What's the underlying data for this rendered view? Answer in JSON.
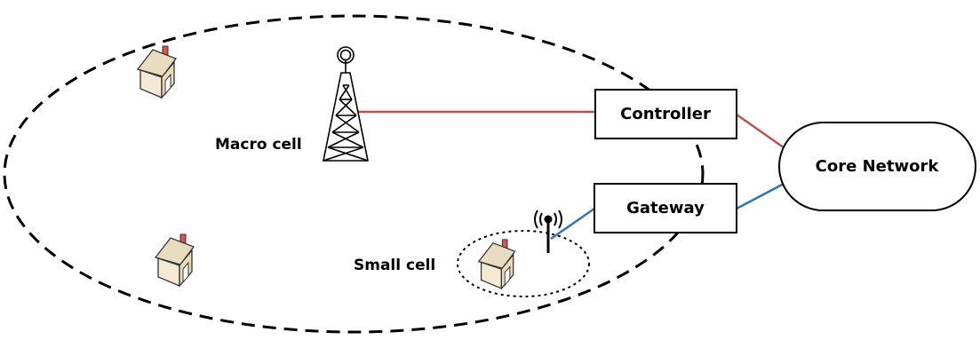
{
  "labels": {
    "macro_cell": "Macro cell",
    "small_cell": "Small cell",
    "controller": "Controller",
    "gateway": "Gateway",
    "core_network": "Core Network"
  },
  "colors": {
    "macro_link": "#c0504d",
    "small_link": "#2e75b6",
    "coverage_stroke": "#000000",
    "house_wall": "#f2e6c9",
    "house_roof": "#dfd2b3",
    "house_chimney": "#d9534f"
  },
  "icons": {
    "tower": "macro-tower-icon",
    "small_antenna": "small-cell-antenna-icon",
    "house": "house-icon"
  }
}
